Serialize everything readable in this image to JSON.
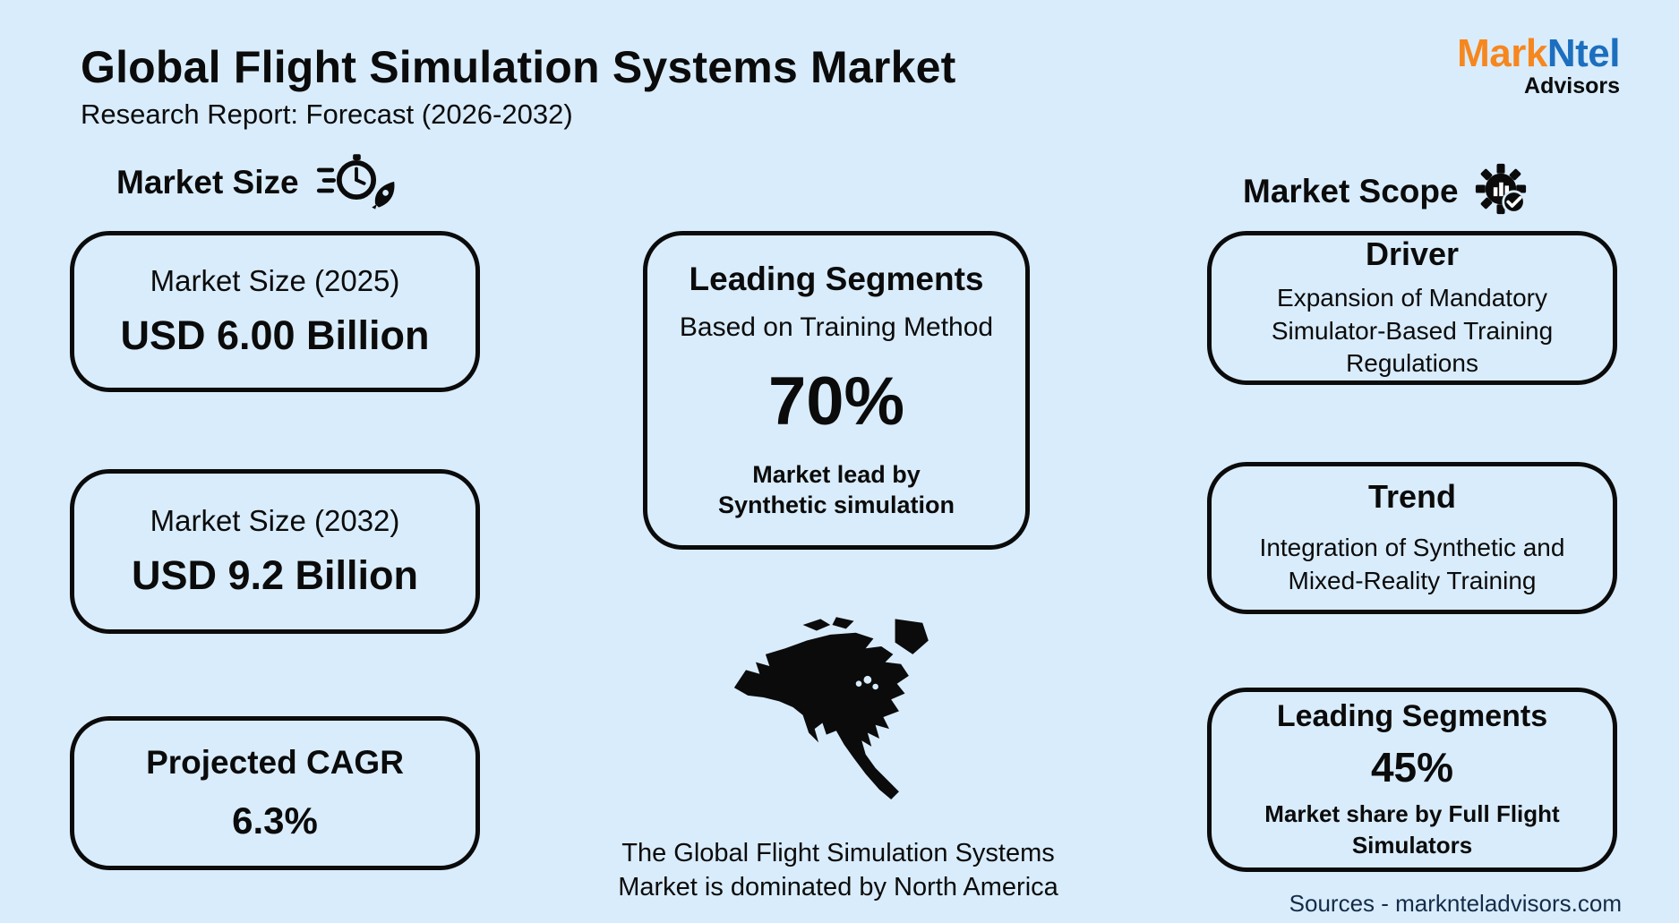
{
  "header": {
    "title": "Global Flight Simulation Systems Market",
    "subtitle": "Research Report: Forecast (2026-2032)"
  },
  "logo": {
    "part1": "Mark",
    "part2": "Ntel",
    "part3": "Advisors"
  },
  "market_size": {
    "label": "Market Size",
    "cards": [
      {
        "title": "Market Size (2025)",
        "value": "USD 6.00 Billion"
      },
      {
        "title": "Market Size (2032)",
        "value": "USD 9.2 Billion"
      },
      {
        "title": "Projected CAGR",
        "value": "6.3%"
      }
    ]
  },
  "leading_segments": {
    "title": "Leading Segments",
    "subtitle": "Based on Training Method",
    "value": "70%",
    "caption": "Market lead by Synthetic simulation"
  },
  "map": {
    "caption": "The Global Flight Simulation Systems Market is dominated by North America"
  },
  "market_scope": {
    "label": "Market Scope",
    "cards": [
      {
        "title": "Driver",
        "text": "Expansion of Mandatory Simulator-Based Training Regulations"
      },
      {
        "title": "Trend",
        "text": "Integration of Synthetic and Mixed-Reality Training"
      },
      {
        "title": "Leading Segments",
        "value": "45%",
        "text": "Market share by Full Flight Simulators"
      }
    ]
  },
  "footer": {
    "sources": "Sources - marknteladvisors.com"
  },
  "colors": {
    "background": "#d9ecfb",
    "border": "#0b0b0b",
    "logo_orange": "#f6871f",
    "logo_blue": "#1c6fbe",
    "text": "#0b0b0b"
  }
}
